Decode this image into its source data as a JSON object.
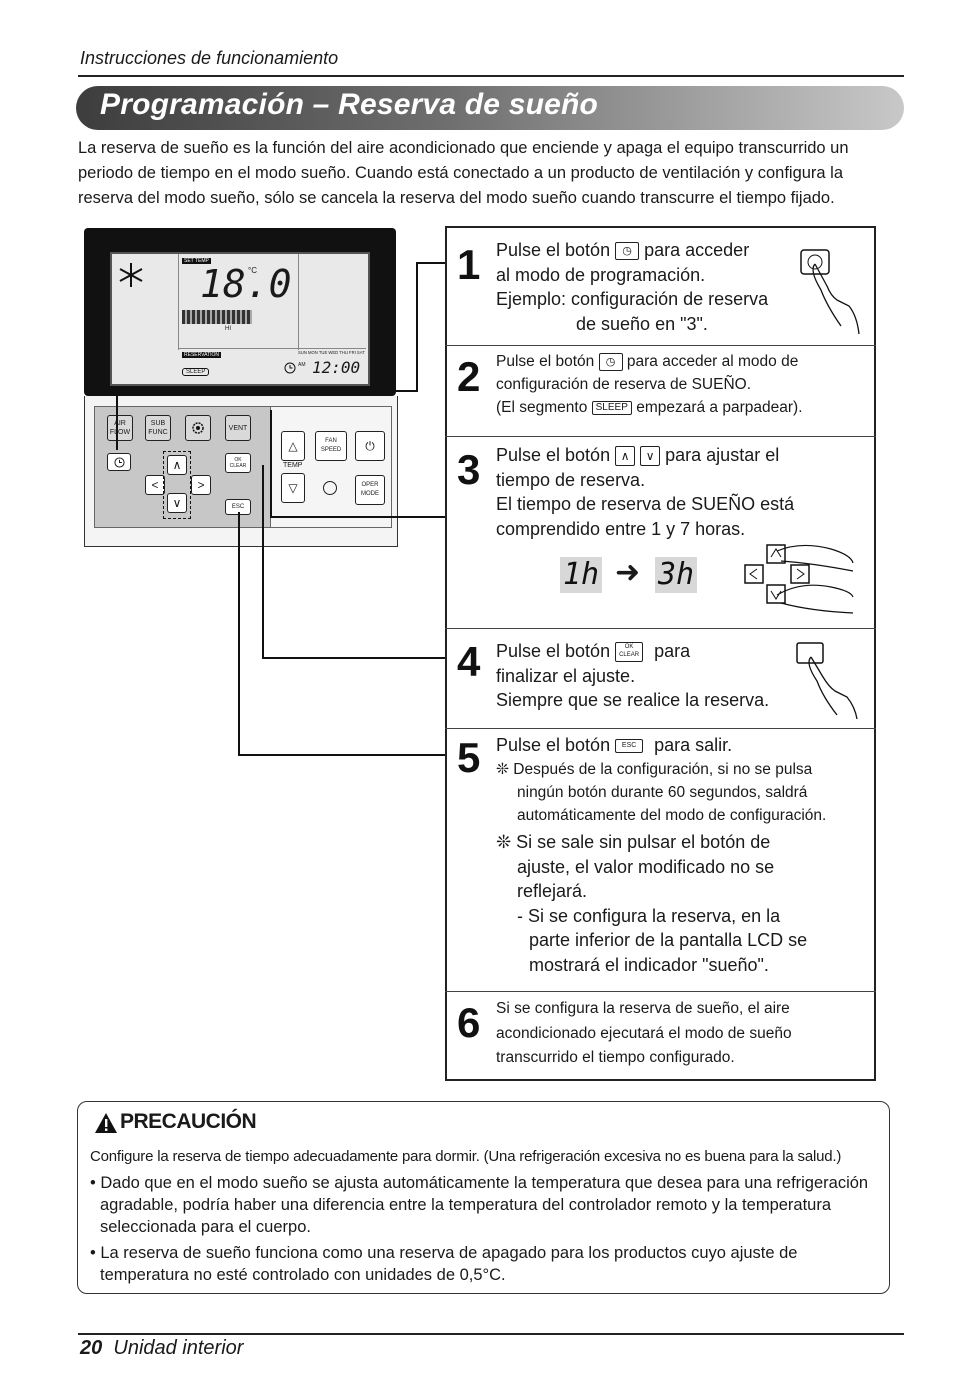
{
  "header": {
    "section": "Instrucciones de funcionamiento"
  },
  "title": "Programación – Reserva de sueño",
  "intro": "La reserva de sueño es la función del aire acondicionado que enciende y apaga el equipo transcurrido un periodo de tiempo en el modo sueño. Cuando está conectado a un producto de ventilación y configura la reserva del modo sueño, sólo se cancela la reserva del modo sueño cuando transcurre el tiempo fijado.",
  "remote": {
    "lcd": {
      "set_temp": "SET TEMP",
      "temp": "18.0",
      "unit": "°C",
      "fan": "HI",
      "reservation": "RESERVATION",
      "days": "SUN MON TUE WED THU FRI SAT",
      "sleep": "SLEEP",
      "am": "AM",
      "time": "12:00"
    },
    "buttons": {
      "air_flow": "AIR FLOW",
      "sub_func": "SUB FUNC",
      "vent": "VENT",
      "ok_clear": "OK CLEAR",
      "esc": "ESC",
      "fan_speed": "FAN SPEED",
      "temp": "TEMP",
      "oper_mode": "OPER MODE"
    }
  },
  "steps": [
    {
      "n": "1",
      "l1a": "Pulse el botón",
      "l1b": "para acceder",
      "l2": "al modo de programación.",
      "l3": "Ejemplo: configuración de reserva",
      "l4": "de sueño en \"3\"."
    },
    {
      "n": "2",
      "l1a": "Pulse el botón",
      "l1b": "para acceder al modo de",
      "l2": "configuración de reserva de SUEÑO.",
      "l3a": "(El segmento",
      "l3b": "empezará a parpadear).",
      "icon": "SLEEP"
    },
    {
      "n": "3",
      "l1a": "Pulse el botón",
      "l1b": "para ajustar el",
      "l2": "tiempo de reserva.",
      "l3": "El tiempo de reserva de SUEÑO está",
      "l4": "comprendido entre 1 y 7 horas.",
      "from": "1h",
      "to": "3h"
    },
    {
      "n": "4",
      "l1a": "Pulse el botón",
      "l1b": "para",
      "l2": "finalizar el ajuste.",
      "l3": "Siempre que se realice la reserva.",
      "icon": "OK CLEAR"
    },
    {
      "n": "5",
      "l1a": "Pulse el botón",
      "l1b": "para salir.",
      "icon": "ESC",
      "note1a": "❊ Después de la configuración, si no se pulsa",
      "note1b": "ningún botón durante 60 segundos, saldrá",
      "note1c": "automáticamente del modo de configuración.",
      "note2a": "❊ Si se sale sin pulsar el botón de",
      "note2b": "ajuste, el valor modificado no se",
      "note2c": "reflejará.",
      "sub1": "- Si se configura la reserva, en la",
      "sub2": "parte inferior de la pantalla LCD se",
      "sub3": "mostrará el indicador \"sueño\"."
    },
    {
      "n": "6",
      "l1": "Si se configura la reserva de sueño, el aire",
      "l2": "acondicionado ejecutará el modo de sueño",
      "l3": "transcurrido el tiempo configurado."
    }
  ],
  "caution": {
    "title": "PRECAUCIÓN",
    "line1": "Configure la reserva de tiempo adecuadamente para dormir. (Una refrigeración excesiva no es buena para la salud.)",
    "b1": "• Dado que en el modo sueño se ajusta automáticamente la temperatura que desea para una refrigeración agradable, podría haber una diferencia entre la temperatura del controlador remoto y la temperatura seleccionada para el cuerpo.",
    "b2": "• La reserva de sueño funciona como una reserva de apagado para los productos cuyo ajuste de temperatura no esté controlado con unidades de 0,5°C."
  },
  "footer": {
    "page": "20",
    "label": "Unidad interior"
  }
}
